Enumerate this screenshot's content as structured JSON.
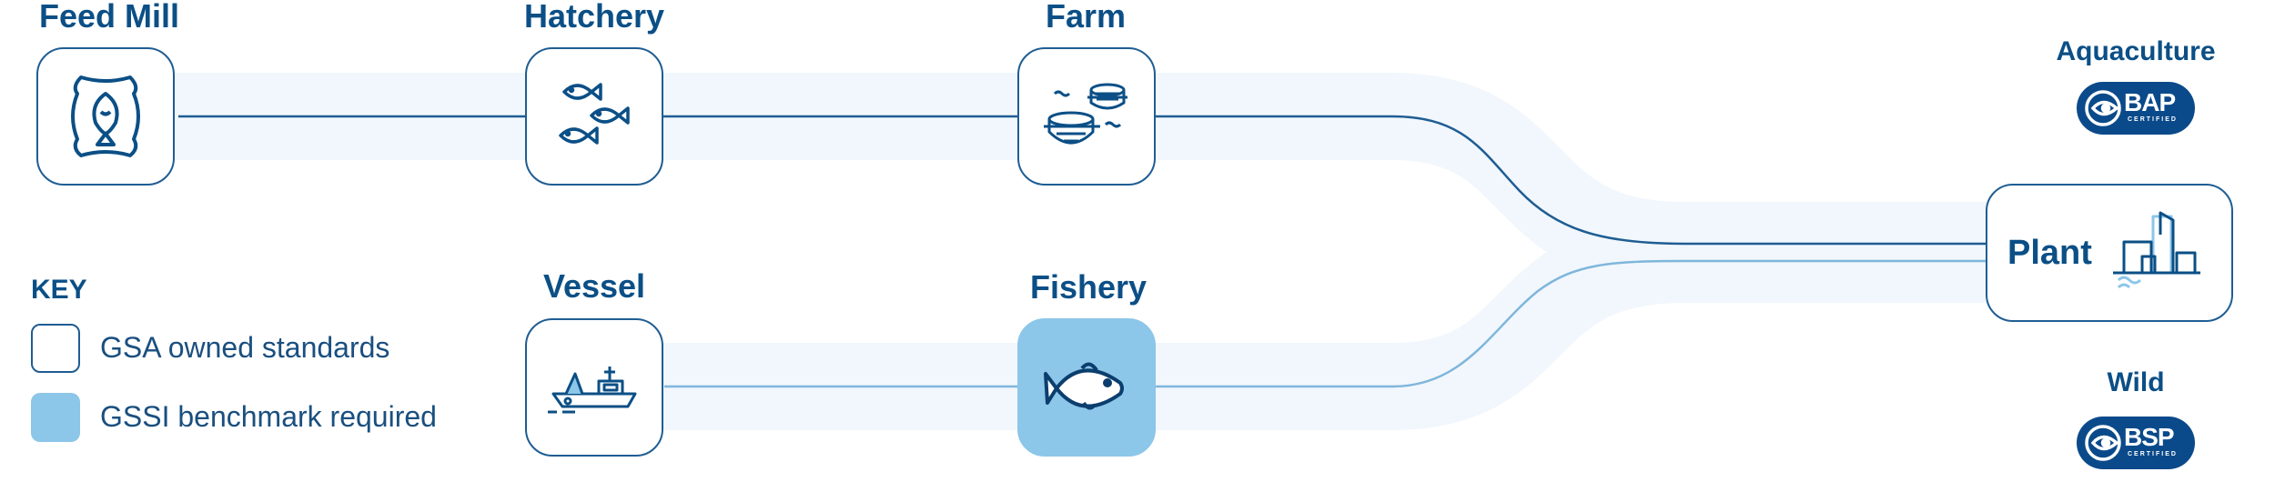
{
  "nodes": {
    "feed_mill": "Feed Mill",
    "hatchery": "Hatchery",
    "farm": "Farm",
    "vessel": "Vessel",
    "fishery": "Fishery",
    "plant": "Plant"
  },
  "certifications": {
    "aquaculture": {
      "title": "Aquaculture",
      "code": "BAP",
      "sub": "CERTIFIED"
    },
    "wild": {
      "title": "Wild",
      "code": "BSP",
      "sub": "CERTIFIED"
    }
  },
  "key": {
    "title": "KEY",
    "owned": "GSA owned standards",
    "benchmark": "GSSI benchmark required"
  },
  "colors": {
    "dark_blue": "#0b4f86",
    "line_blue": "#1f5d93",
    "light_line": "#7fb6dc",
    "band": "#f1f7fc",
    "gssi_fill": "#8cc6e9"
  },
  "icons": {
    "feed_mill": "feed-sack-icon",
    "hatchery": "fish-school-icon",
    "farm": "fish-farm-net-icon",
    "vessel": "fishing-vessel-icon",
    "fishery": "fish-icon",
    "plant": "processing-plant-icon"
  }
}
